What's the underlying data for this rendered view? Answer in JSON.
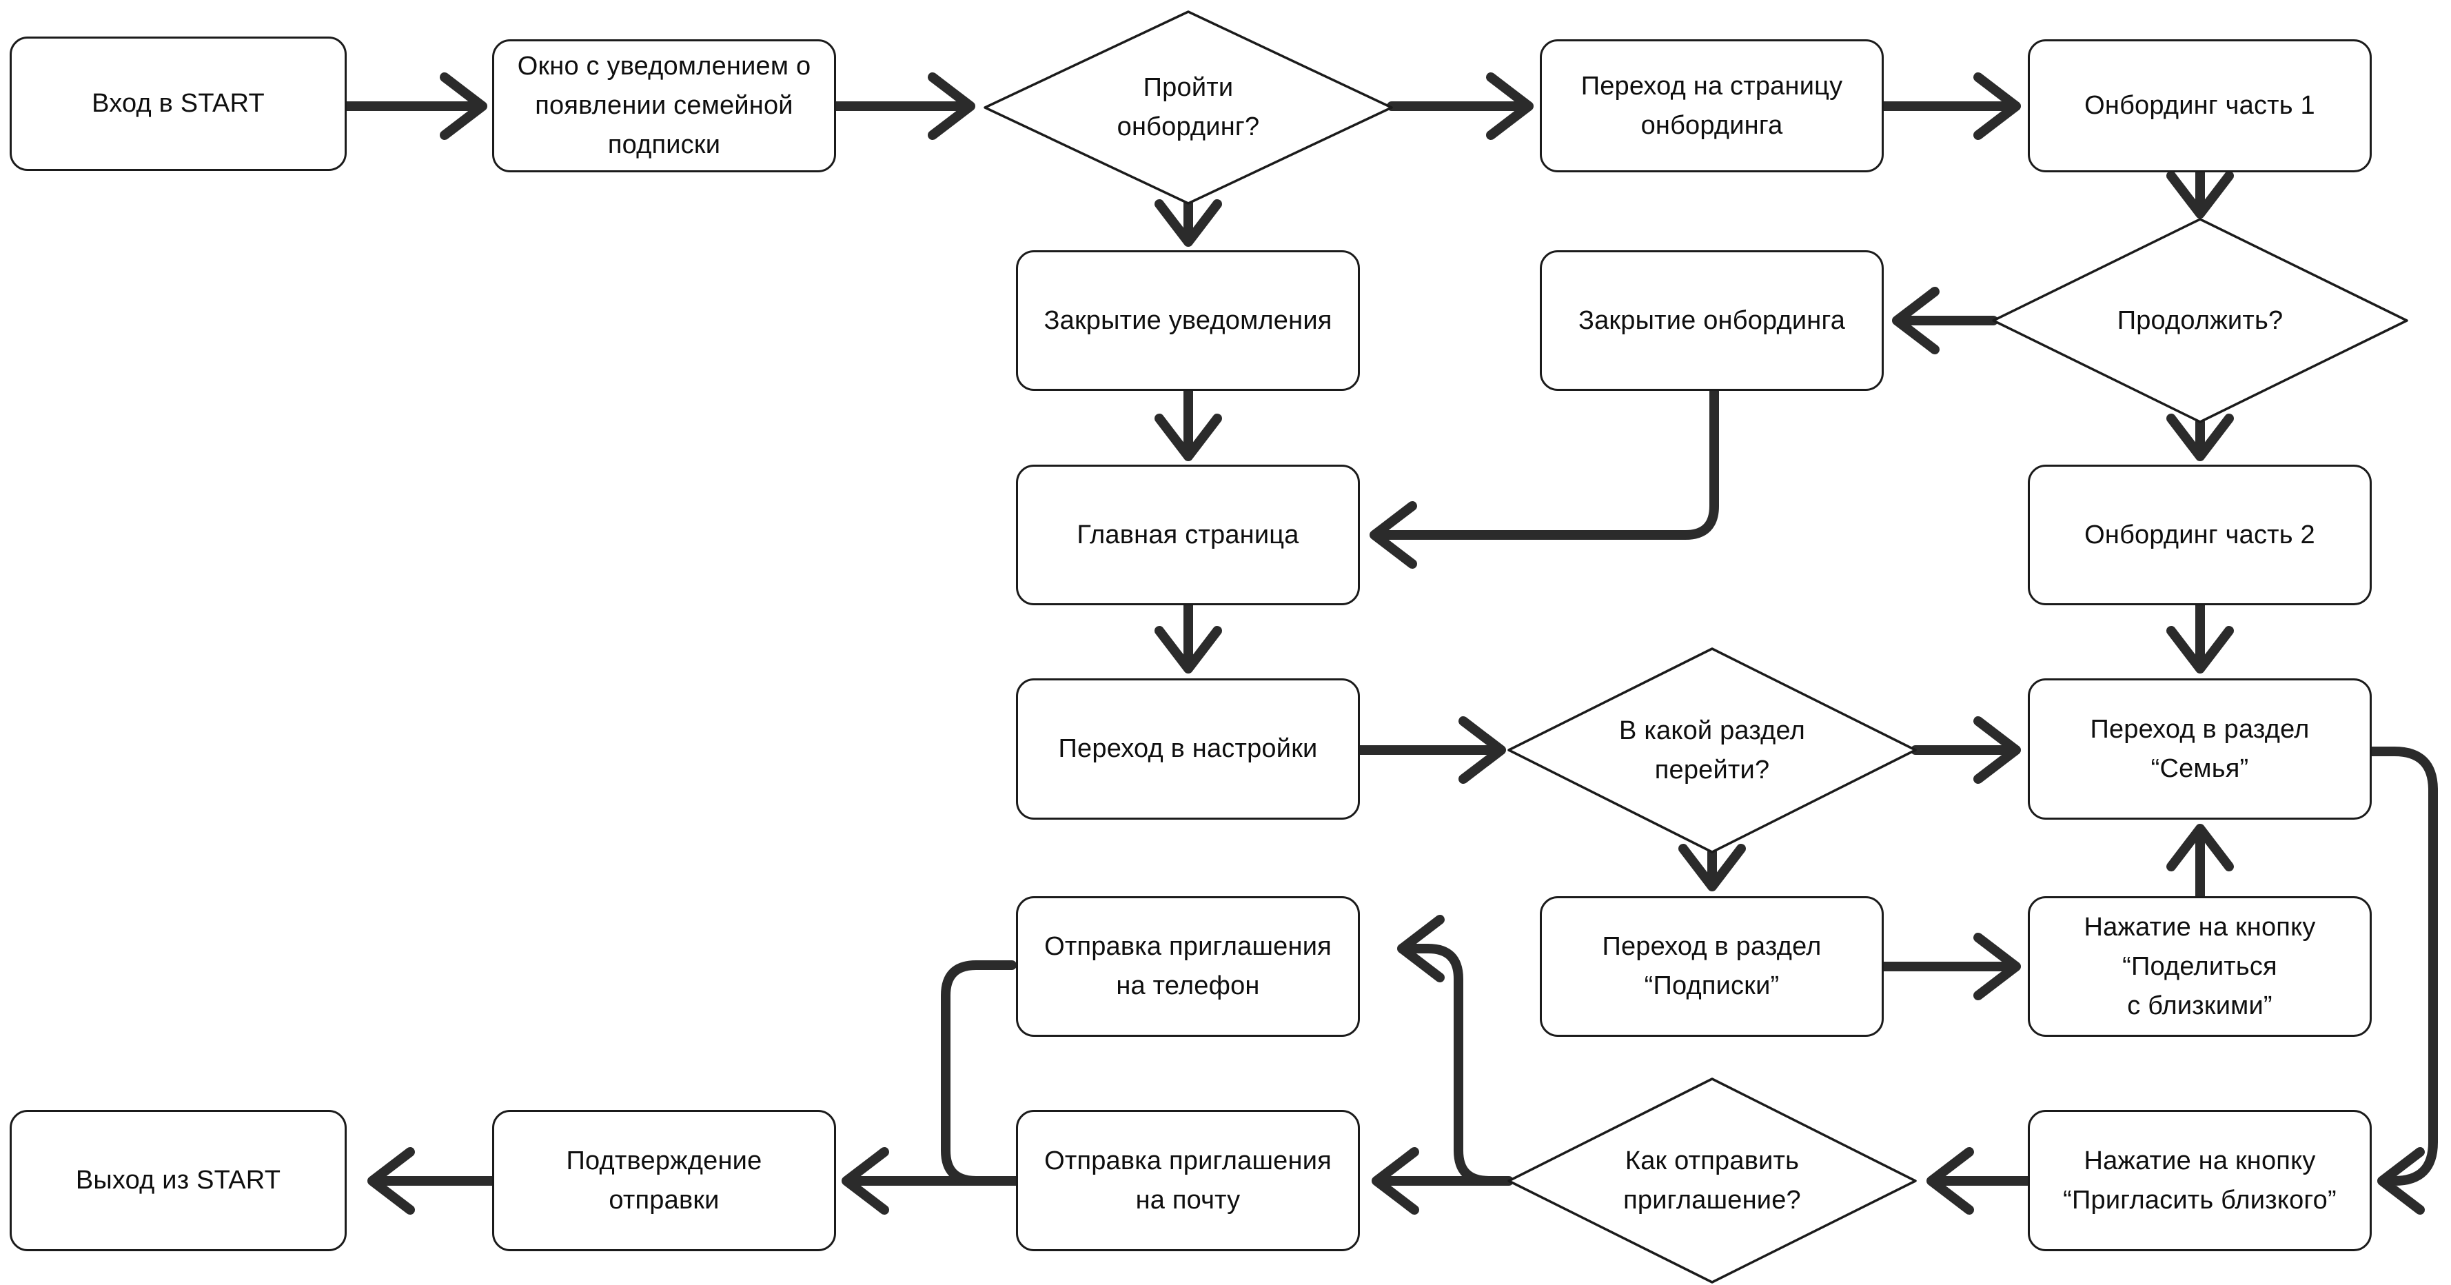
{
  "diagram": {
    "kind": "flowchart",
    "language": "ru",
    "colors": {
      "background": "#ffffff",
      "node_fill": "#ffffff",
      "node_border": "#1b1b1b",
      "arrow": "#2b2b2b",
      "text": "#0f0f0f"
    },
    "nodes": {
      "entry": {
        "type": "process",
        "label": "Вход в START"
      },
      "notification": {
        "type": "process",
        "label": "Окно с уведомлением о\nпоявлении семейной\nподписки"
      },
      "d_onboarding": {
        "type": "decision",
        "label": "Пройти\nонбординг?"
      },
      "onboarding_page": {
        "type": "process",
        "label": "Переход на страницу\nонбординга"
      },
      "onboarding_1": {
        "type": "process",
        "label": "Онбординг часть 1"
      },
      "close_notification": {
        "type": "process",
        "label": "Закрытие уведомления"
      },
      "close_onboarding": {
        "type": "process",
        "label": "Закрытие онбординга"
      },
      "d_continue": {
        "type": "decision",
        "label": "Продолжить?"
      },
      "main_page": {
        "type": "process",
        "label": "Главная страница"
      },
      "onboarding_2": {
        "type": "process",
        "label": "Онбординг часть 2"
      },
      "settings": {
        "type": "process",
        "label": "Переход в настройки"
      },
      "d_section": {
        "type": "decision",
        "label": "В какой раздел\nперейти?"
      },
      "family": {
        "type": "process",
        "label": "Переход в раздел\n“Семья”"
      },
      "phone_invite": {
        "type": "process",
        "label": "Отправка приглашения\nна телефон"
      },
      "subscriptions": {
        "type": "process",
        "label": "Переход в раздел\n“Подписки”"
      },
      "share_button": {
        "type": "process",
        "label": "Нажатие на кнопку\n“Поделиться\nс близкими”"
      },
      "exit": {
        "type": "process",
        "label": "Выход из START"
      },
      "confirmation": {
        "type": "process",
        "label": "Подтверждение\nотправки"
      },
      "mail_invite": {
        "type": "process",
        "label": "Отправка приглашения\nна почту"
      },
      "d_send": {
        "type": "decision",
        "label": "Как отправить\nприглашение?"
      },
      "invite_button": {
        "type": "process",
        "label": "Нажатие на кнопку\n“Пригласить близкого”"
      }
    },
    "edges": [
      {
        "from": "entry",
        "to": "notification"
      },
      {
        "from": "notification",
        "to": "d_onboarding"
      },
      {
        "from": "d_onboarding",
        "to": "onboarding_page"
      },
      {
        "from": "d_onboarding",
        "to": "close_notification"
      },
      {
        "from": "onboarding_page",
        "to": "onboarding_1"
      },
      {
        "from": "onboarding_1",
        "to": "d_continue"
      },
      {
        "from": "d_continue",
        "to": "close_onboarding"
      },
      {
        "from": "d_continue",
        "to": "onboarding_2"
      },
      {
        "from": "close_notification",
        "to": "main_page"
      },
      {
        "from": "close_onboarding",
        "to": "main_page"
      },
      {
        "from": "onboarding_2",
        "to": "family"
      },
      {
        "from": "main_page",
        "to": "settings"
      },
      {
        "from": "settings",
        "to": "d_section"
      },
      {
        "from": "d_section",
        "to": "family"
      },
      {
        "from": "d_section",
        "to": "subscriptions"
      },
      {
        "from": "subscriptions",
        "to": "share_button"
      },
      {
        "from": "share_button",
        "to": "family"
      },
      {
        "from": "family",
        "to": "invite_button"
      },
      {
        "from": "invite_button",
        "to": "d_send"
      },
      {
        "from": "d_send",
        "to": "phone_invite"
      },
      {
        "from": "d_send",
        "to": "mail_invite"
      },
      {
        "from": "phone_invite",
        "to": "confirmation"
      },
      {
        "from": "mail_invite",
        "to": "confirmation"
      },
      {
        "from": "confirmation",
        "to": "exit"
      }
    ]
  }
}
